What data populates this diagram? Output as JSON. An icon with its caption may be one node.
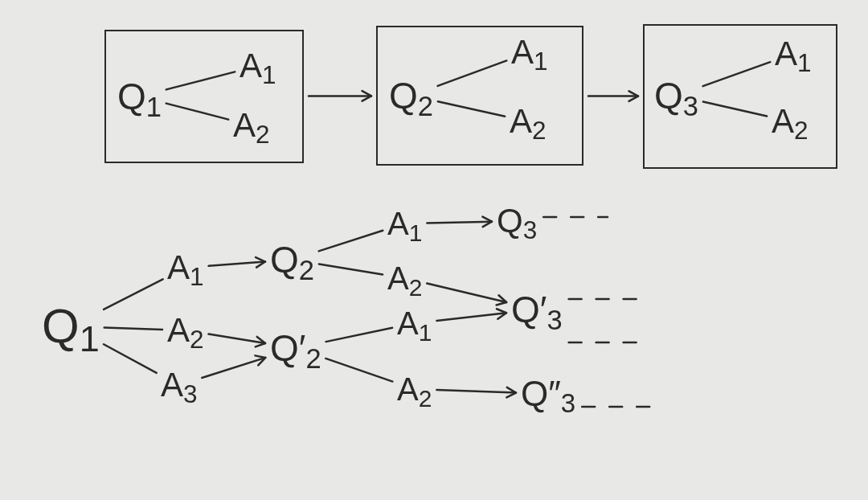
{
  "diagram": {
    "nodes": [
      {
        "text": [],
        "shape": "box"
      },
      {
        "text": [
          "Q$_{1}$"
        ],
        "in": 0
      },
      {
        "text": [
          "A$_{1}$"
        ],
        "in": 0
      },
      {
        "text": [
          "A$_{2}$"
        ],
        "in": 0
      },
      {
        "text": [],
        "shape": "box"
      },
      {
        "text": [
          "Q$_{2}$"
        ],
        "in": 4
      },
      {
        "text": [
          "A$_{1}$"
        ],
        "in": 4
      },
      {
        "text": [
          "A$_{2}$"
        ],
        "in": 4
      },
      {
        "text": [],
        "shape": "box"
      },
      {
        "text": [
          "Q$_{3}$"
        ],
        "in": 8
      },
      {
        "text": [
          "A$_{1}$"
        ],
        "in": 8
      },
      {
        "text": [
          "A$_{2}$"
        ],
        "in": 8
      },
      {
        "text": [
          "Q$_{1}$"
        ]
      },
      {
        "text": [
          "A$_{1}$"
        ]
      },
      {
        "text": [
          "A$_{2}$"
        ]
      },
      {
        "text": [
          "A$_{3}$"
        ]
      },
      {
        "text": [
          "Q$_{2}$"
        ]
      },
      {
        "text": [
          "Q′$_{2}$"
        ]
      },
      {
        "text": [
          "A$_{1}$"
        ]
      },
      {
        "text": [
          "A$_{2}$"
        ]
      },
      {
        "text": [
          "A$_{1}$"
        ]
      },
      {
        "text": [
          "A$_{2}$"
        ]
      },
      {
        "text": [
          "Q$_{3}$"
        ]
      },
      {
        "text": [
          "Q′$_{3}$"
        ]
      },
      {
        "text": [
          "Q″$_{3}$"
        ]
      }
    ],
    "edges": [
      {
        "from": 0,
        "to": 4,
        "arrow": "to"
      },
      {
        "from": 4,
        "to": 8,
        "arrow": "to"
      },
      {
        "from": 1,
        "to": 2,
        "arrow": "none"
      },
      {
        "from": 1,
        "to": 3,
        "arrow": "none"
      },
      {
        "from": 5,
        "to": 6,
        "arrow": "none"
      },
      {
        "from": 5,
        "to": 7,
        "arrow": "none"
      },
      {
        "from": 9,
        "to": 10,
        "arrow": "none"
      },
      {
        "from": 9,
        "to": 11,
        "arrow": "none"
      },
      {
        "from": 12,
        "to": 13,
        "arrow": "none"
      },
      {
        "from": 12,
        "to": 14,
        "arrow": "none"
      },
      {
        "from": 12,
        "to": 15,
        "arrow": "none"
      },
      {
        "from": 13,
        "to": 16,
        "arrow": "to"
      },
      {
        "from": 14,
        "to": 17,
        "arrow": "to"
      },
      {
        "from": 15,
        "to": 17,
        "arrow": "to"
      },
      {
        "from": 16,
        "to": 18,
        "arrow": "none"
      },
      {
        "from": 16,
        "to": 19,
        "arrow": "none"
      },
      {
        "from": 17,
        "to": 20,
        "arrow": "none"
      },
      {
        "from": 17,
        "to": 21,
        "arrow": "none"
      },
      {
        "from": 18,
        "to": 22,
        "arrow": "to"
      },
      {
        "from": 19,
        "to": 23,
        "arrow": "to"
      },
      {
        "from": 20,
        "to": 23,
        "arrow": "to"
      },
      {
        "from": 21,
        "to": 24,
        "arrow": "to"
      },
      {
        "from": 22,
        "to": null,
        "arrow": "none",
        "style": "dashed"
      },
      {
        "from": 23,
        "to": null,
        "arrow": "none",
        "style": "dashed"
      },
      {
        "from": 23,
        "to": null,
        "arrow": "none",
        "style": "dashed"
      },
      {
        "from": 24,
        "to": null,
        "arrow": "none",
        "style": "dashed"
      }
    ]
  }
}
